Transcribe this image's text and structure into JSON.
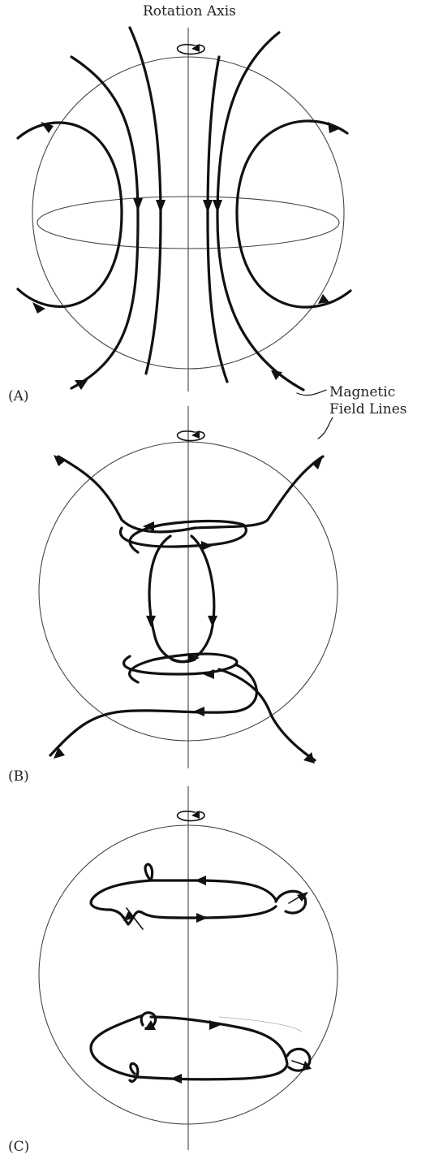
{
  "labels": {
    "rotation_axis": "Rotation Axis",
    "field_lines_line1": "Magnetic",
    "field_lines_line2": "Field Lines",
    "panel_a": "(A)",
    "panel_b": "(B)",
    "panel_c": "(C)"
  },
  "colors": {
    "line": "#111111",
    "sphere": "#444444",
    "background": "#ffffff"
  }
}
